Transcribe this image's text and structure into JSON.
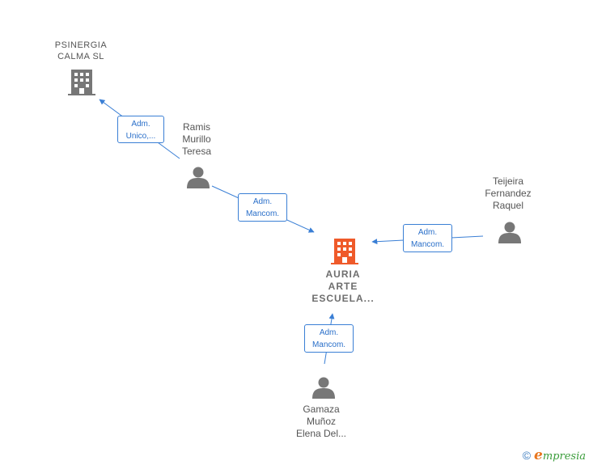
{
  "nodes": {
    "psinergia": {
      "label": "PSINERGIA\nCALMA  SL",
      "kind": "company"
    },
    "ramis": {
      "label": "Ramis\nMurillo\nTeresa",
      "kind": "person"
    },
    "teijeira": {
      "label": "Teijeira\nFernandez\nRaquel",
      "kind": "person"
    },
    "auria": {
      "label": "AURIA\nARTE\nESCUELA...",
      "kind": "company-focus"
    },
    "gamaza": {
      "label": "Gamaza\nMuñoz\nElena Del...",
      "kind": "person"
    }
  },
  "edges": {
    "ramis_psinergia": "Adm.\nUnico,...",
    "ramis_auria": "Adm.\nMancom.",
    "teijeira_auria": "Adm.\nMancom.",
    "gamaza_auria": "Adm.\nMancom."
  },
  "footer": {
    "copyright_symbol": "©",
    "brand_initial": "e",
    "brand_rest": "mpresia"
  },
  "colors": {
    "edge": "#3a7fd5",
    "person_icon": "#777777",
    "company_icon": "#777777",
    "focus_company_icon": "#ef5a2a"
  }
}
